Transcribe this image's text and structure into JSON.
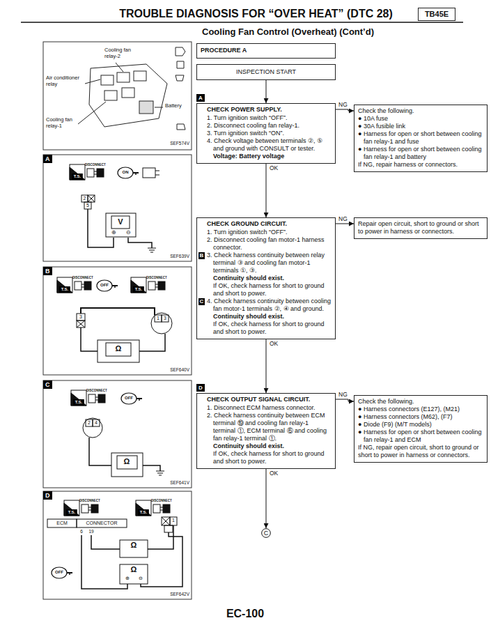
{
  "diagram": {
    "title": "TROUBLE DIAGNOSIS FOR “OVER HEAT” (DTC 28)",
    "nodes": [
      {
        "text": [
          "TB45E"
        ]
      },
      {
        "text": [
          "PROCEDURE A"
        ]
      },
      {
        "text": [
          "INSPECTION START"
        ]
      },
      {
        "text": [
          "CHECK POWER SUPPLY.",
          "1. Turn ignition switch “OFF”.",
          "2. Disconnect cooling fan relay-1.",
          "3. Turn ignition switch “ON”.",
          "4. Check voltage between terminals ②, ⑤ and ground with CONSULT or tester.",
          "Voltage: Battery voltage"
        ]
      },
      {
        "text": [
          "Check the following.",
          "● 10A fuse",
          "● 30A fusible link",
          "● Harness for open or short between cooling fan relay-1 and fuse",
          "● Harness for open or short between cooling fan relay-1 and battery",
          "If NG, repair harness or connectors."
        ]
      },
      {
        "text": [
          "CHECK GROUND CIRCUIT.",
          "1. Turn ignition switch “OFF”.",
          "2. Disconnect cooling fan motor-1 harness connector.",
          "B",
          "3. Check harness continuity between relay terminal ③ and cooling fan motor-1 terminals ①, ③.",
          "Continuity should exist.",
          "If OK, check harness for short to ground and short to power.",
          "C",
          "4. Check harness continuity between cooling fan motor-1 terminals ②, ④ and ground.",
          "Continuity should exist.",
          "If OK, check harness for short to ground and short to power."
        ]
      },
      {
        "text": [
          "Repair open circuit, short to ground or short to power in harness or connectors."
        ]
      },
      {
        "text": [
          "CHECK OUTPUT SIGNAL CIRCUIT.",
          "1. Disconnect ECM harness connector.",
          "2. Check harness continuity between ECM terminal ⑲ and cooling fan relay-1 terminal ①, ECM terminal ⑥ and cooling fan relay-1 terminal ①.",
          "Continuity should exist.",
          "If OK, check harness for short to ground and short to power."
        ]
      },
      {
        "text": [
          "Check the following.",
          "● Harness connectors (E127), (M21)",
          "● Harness connectors (M62), (F7)",
          "● Diode (F9) (M/T models)",
          "● Harness for open or short between cooling fan relay-1 and ECM",
          "If NG, repair open circuit, short to ground or short to power in harness or connectors."
        ]
      },
      {
        "text": [
          "C"
        ]
      }
    ],
    "edges": [
      {
        "from": 2,
        "to": 3,
        "arrow": "to"
      },
      {
        "from": 3,
        "to": 4,
        "label": "NG",
        "arrow": "to"
      },
      {
        "from": 3,
        "to": 5,
        "label": "OK",
        "arrow": "to"
      },
      {
        "from": 5,
        "to": 6,
        "label": "NG",
        "arrow": "to"
      },
      {
        "from": 5,
        "to": 7,
        "label": "OK",
        "arrow": "to"
      },
      {
        "from": 7,
        "to": 8,
        "label": "NG",
        "arrow": "to"
      },
      {
        "from": 7,
        "to": 9,
        "label": "OK",
        "arrow": "to"
      }
    ],
    "labels": [
      "A",
      "D",
      "EC-100",
      "Cooling fan relay-2",
      "Air conditioner relay",
      "Battery",
      "Cooling fan relay-1",
      "SEF574V",
      "A",
      "DISCONNECT",
      "T.S.",
      "ON",
      "2",
      "5",
      "V",
      "⊕",
      "⊖",
      "SEF639V",
      "B",
      "DISCONNECT",
      "T.S.",
      "OFF",
      "DISCONNECT",
      "T.S.",
      "3",
      "1",
      "3",
      "Ω",
      "SEF640V",
      "C",
      "DISCONNECT",
      "T.S.",
      "OFF",
      "2",
      "4",
      "Ω",
      "SEF641V",
      "D",
      "DISCONNECT",
      "T.S.",
      "DISCONNECT",
      "T.S.",
      "ECM",
      "CONNECTOR",
      "6",
      "19",
      "1",
      "Ω",
      "Ω",
      "⊕",
      "⊖",
      "OFF",
      "SEF642V",
      "Cooling Fan Control (Overheat) (Cont’d)"
    ]
  }
}
